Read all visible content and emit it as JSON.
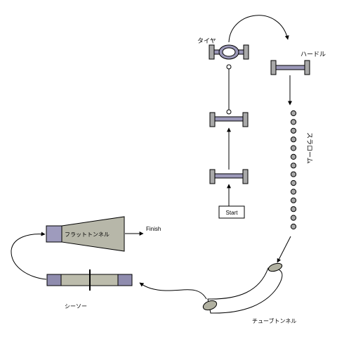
{
  "labels": {
    "tire": "タイヤ",
    "hurdle": "ハードル",
    "slalom": "スラローム",
    "start": "Start",
    "finish": "Finish",
    "flat_tunnel": "フラットトンネル",
    "seesaw": "シーソー",
    "tube_tunnel": "チューブトンネル"
  },
  "colors": {
    "post_fill": "#a9a9a9",
    "bar_fill": "#9b98b8",
    "seesaw_end_fill": "#8f8cae",
    "seesaw_mid_fill": "#bcbcac",
    "tunnel_body_fill": "#b7b7a9",
    "tunnel_mouth_fill": "#9e9bbd",
    "weave_pole_fill": "#a7a7a7",
    "tube_opening_fill": "#b0b0a0",
    "line": "#000000"
  },
  "slalom": {
    "pole_count": 14
  },
  "icons": {
    "arrowhead": "arrowhead-icon",
    "weave-pole": "weave-pole-icon"
  }
}
